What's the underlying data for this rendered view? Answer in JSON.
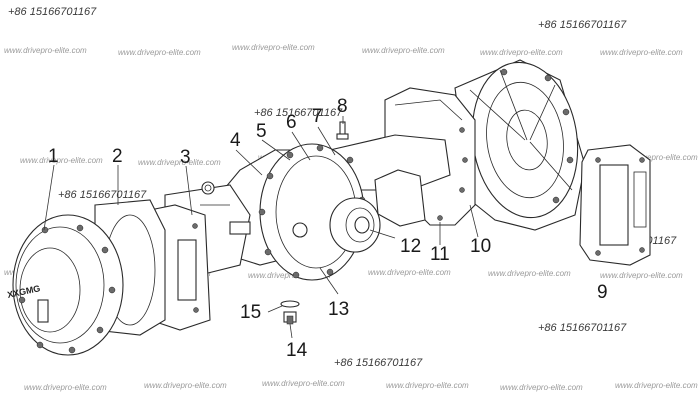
{
  "phone": "+86 15166701167",
  "watermark": "www.drivepro-elite.com",
  "hub_brand": "XXGMG",
  "callouts": [
    "1",
    "2",
    "3",
    "4",
    "5",
    "6",
    "7",
    "8",
    "9",
    "10",
    "11",
    "12",
    "13",
    "14",
    "15"
  ]
}
